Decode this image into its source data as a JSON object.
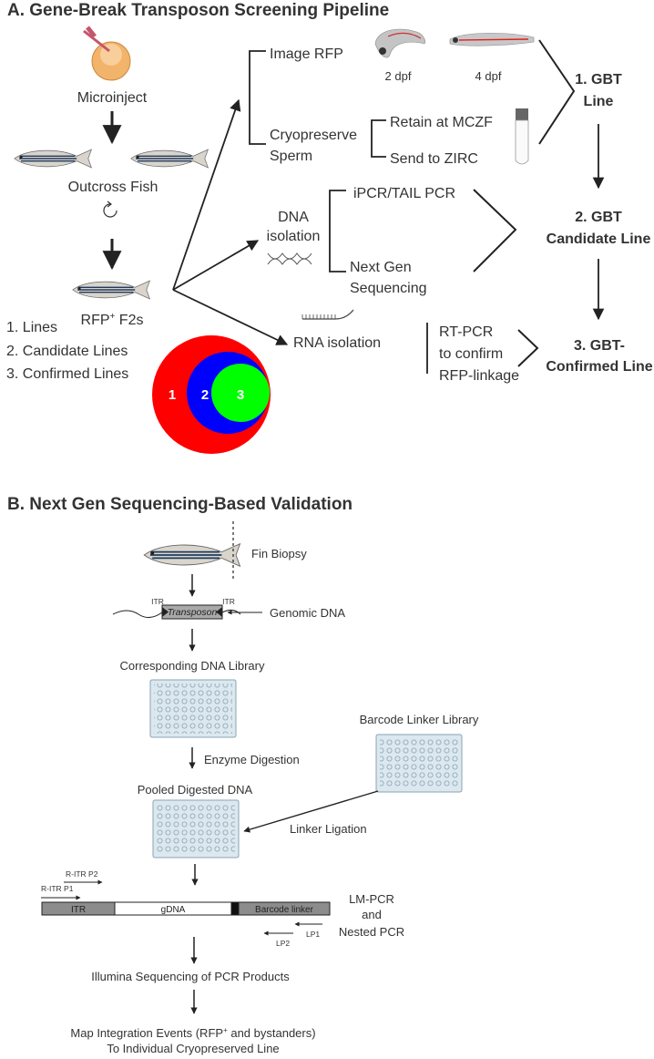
{
  "panelA": {
    "title": "A. Gene-Break Transposon Screening Pipeline",
    "microinject": "Microinject",
    "outcross": "Outcross Fish",
    "f2s_main": "RFP",
    "f2s_sup": "+",
    "f2s_rest": " F2s",
    "venn_legend": [
      "1. Lines",
      "2. Candidate Lines",
      "3. Confirmed Lines"
    ],
    "venn_labels": [
      "1",
      "2",
      "3"
    ],
    "image_rfp": "Image RFP",
    "dpf2": "2 dpf",
    "dpf4": "4 dpf",
    "cryo": [
      "Cryopreserve",
      "Sperm"
    ],
    "retain": "Retain at MCZF",
    "send": "Send to ZIRC",
    "dna_iso": [
      "DNA",
      "isolation"
    ],
    "ipcr": "iPCR/TAIL PCR",
    "ngs": [
      "Next Gen",
      "Sequencing"
    ],
    "rna_iso": "RNA isolation",
    "rtpcr": [
      "RT-PCR",
      "to confirm",
      "RFP-linkage"
    ],
    "stage1": [
      "1. GBT",
      "Line"
    ],
    "stage2": [
      "2. GBT",
      "Candidate Line"
    ],
    "stage3": [
      "3. GBT-",
      "Confirmed Line"
    ]
  },
  "panelB": {
    "title": "B. Next Gen Sequencing-Based Validation",
    "fin_biopsy": "Fin Biopsy",
    "itr": "ITR",
    "transposon": "Transposon",
    "genomic_dna": "Genomic DNA",
    "dna_library": "Corresponding DNA Library",
    "barcode_library": "Barcode Linker Library",
    "enzyme": "Enzyme Digestion",
    "pooled": "Pooled Digested DNA",
    "ligation": "Linker Ligation",
    "ritr_p2": "R-ITR P2",
    "ritr_p1": "R-ITR P1",
    "bar_itr": "ITR",
    "bar_gdna": "gDNA",
    "bar_barcode": "Barcode linker",
    "lmpcr": [
      "LM-PCR",
      "and",
      "Nested PCR"
    ],
    "lp1": "LP1",
    "lp2": "LP2",
    "illumina": "Illumina Sequencing of PCR Products",
    "map_line1_pre": "Map Integration Events (RFP",
    "map_line1_sup": "+",
    "map_line1_post": " and bystanders)",
    "map_line2": "To Individual Cryopreserved Line"
  },
  "colors": {
    "venn_outer": "#ff0000",
    "venn_middle": "#0000ff",
    "venn_inner": "#00ff00",
    "plate": "#dce8ef",
    "bar_grey": "#8c8c8c",
    "egg": "#f2b36b"
  }
}
